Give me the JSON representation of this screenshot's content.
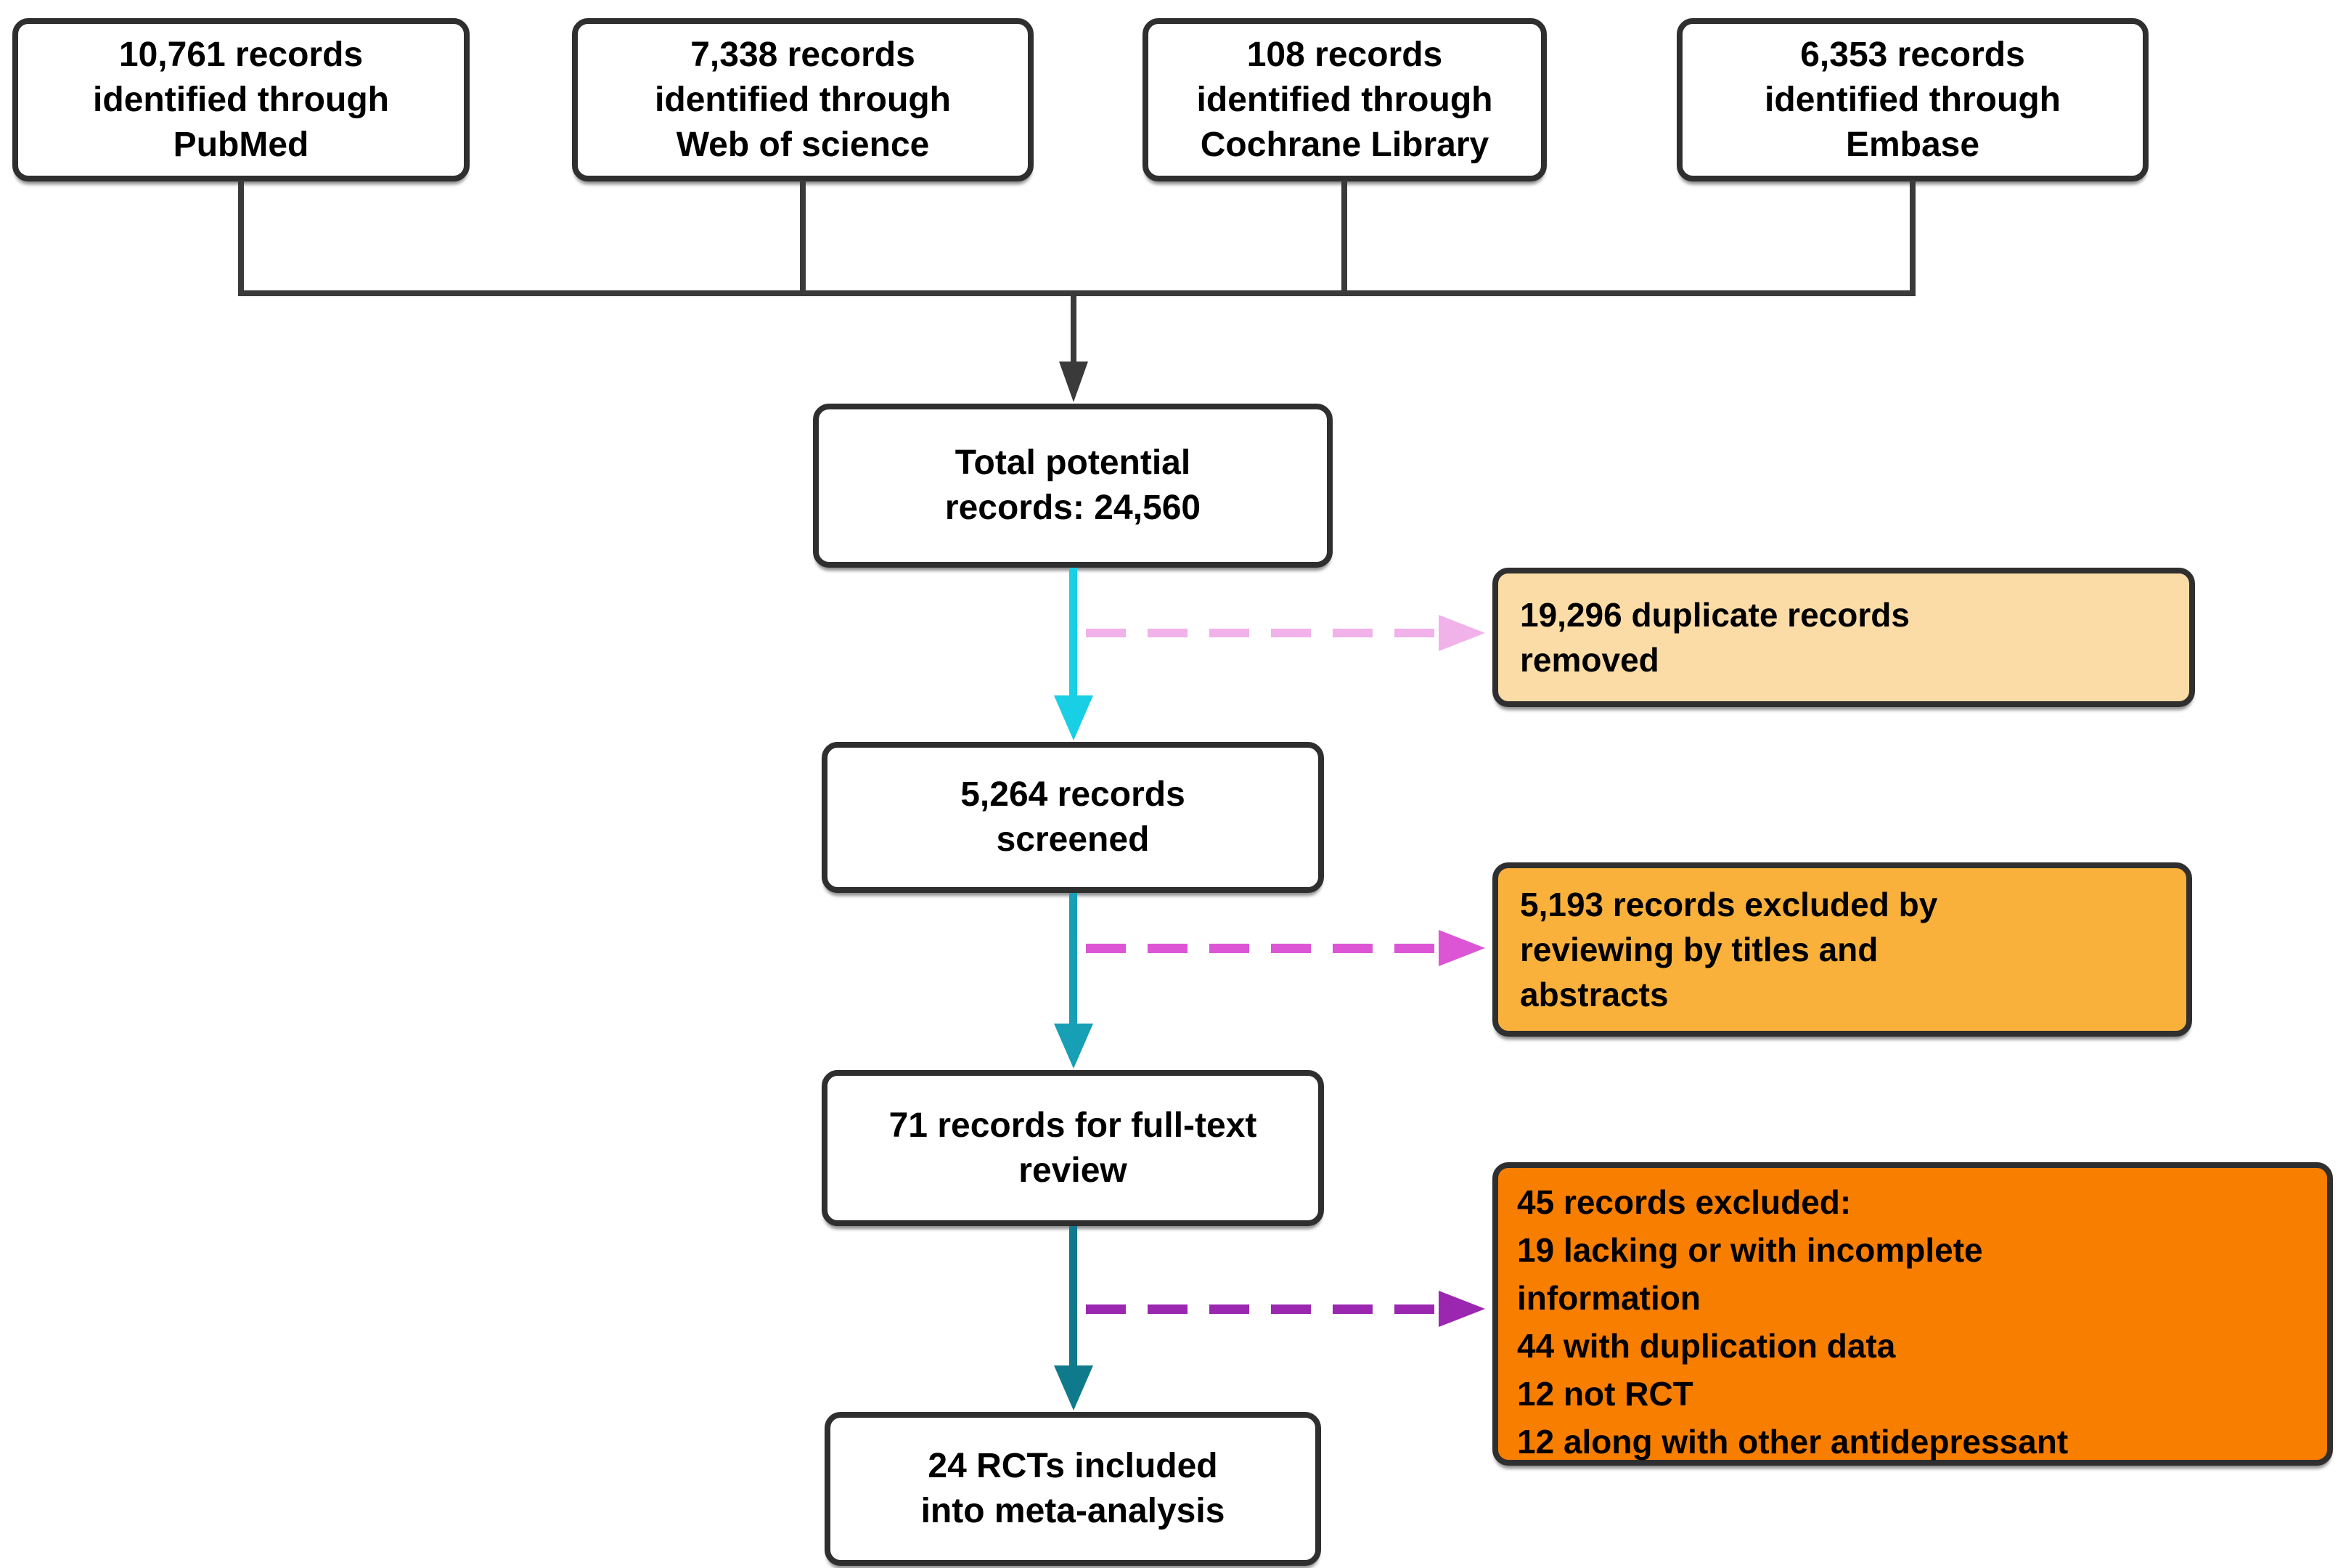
{
  "diagram": {
    "kind": "study-selection-flowchart"
  },
  "colors": {
    "box_border": "#2f2f2f",
    "connector_dark": "#3a3a3a",
    "arrow_cyan": "#19cfe6",
    "arrow_teal": "#169fb5",
    "arrow_dark_teal": "#0f7a8c",
    "dash_pink": "#f1b2e9",
    "dash_magenta": "#dc55d4",
    "dash_purple": "#9b27b0",
    "peach_fill": "#fbdba6",
    "orange_fill": "#f9b13c",
    "dark_orange_fill": "#f87e00"
  },
  "sources": [
    {
      "label": "10,761 records identified through PubMed"
    },
    {
      "label": "7,338 records identified through Web of science"
    },
    {
      "label": "108 records identified through Cochrane Library"
    },
    {
      "label": "6,353 records identified through Embase"
    }
  ],
  "flow": [
    {
      "label": "Total potential records: 24,560"
    },
    {
      "label": "5,264 records screened"
    },
    {
      "label": "71 records for full-text review"
    },
    {
      "label": "24 RCTs included into meta-analysis"
    }
  ],
  "exclusions": [
    {
      "label": "19,296 duplicate records removed"
    },
    {
      "label": "5,193 records excluded by reviewing by titles and abstracts"
    },
    {
      "lines": [
        "45 records excluded:",
        "19 lacking or with incomplete information",
        "44 with duplication data",
        "12 not RCT",
        "12 along with other antidepressant"
      ]
    }
  ]
}
